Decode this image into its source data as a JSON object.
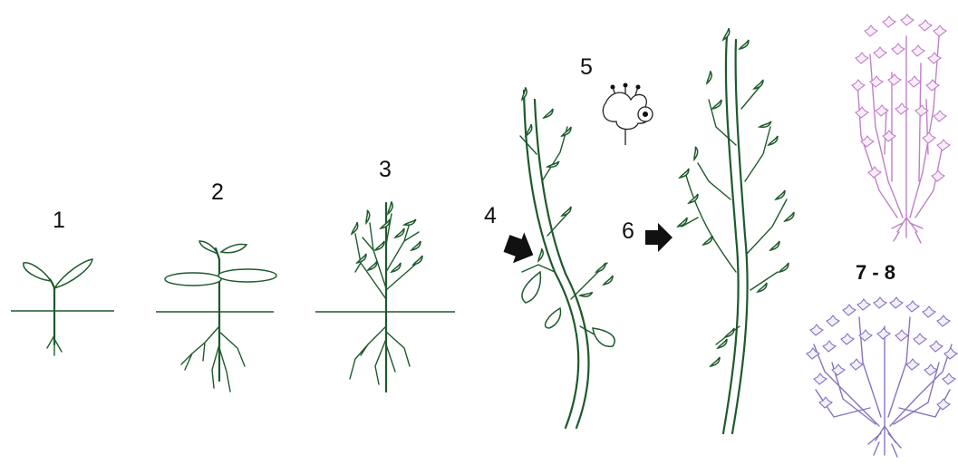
{
  "stages": [
    {
      "label": "1"
    },
    {
      "label": "2"
    },
    {
      "label": "3"
    },
    {
      "label": "4"
    },
    {
      "label": "5"
    },
    {
      "label": "6"
    },
    {
      "label": "7 - 8"
    }
  ],
  "colors": {
    "plant_green": "#1e5a2c",
    "stage7_pink": "#c080c8",
    "stage8_violet": "#8a72c0",
    "label_black": "#111111"
  }
}
